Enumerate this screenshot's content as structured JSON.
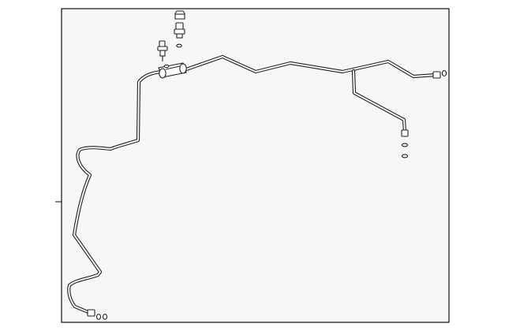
{
  "diagram": {
    "background": "#f7f7f7",
    "line_color": "#222222",
    "frame_color": "#111111",
    "parts": [
      "pressure-sensor",
      "service-valve",
      "service-port",
      "o-ring",
      "tube-fitting",
      "clamp-bracket",
      "hose-end-fitting"
    ]
  }
}
